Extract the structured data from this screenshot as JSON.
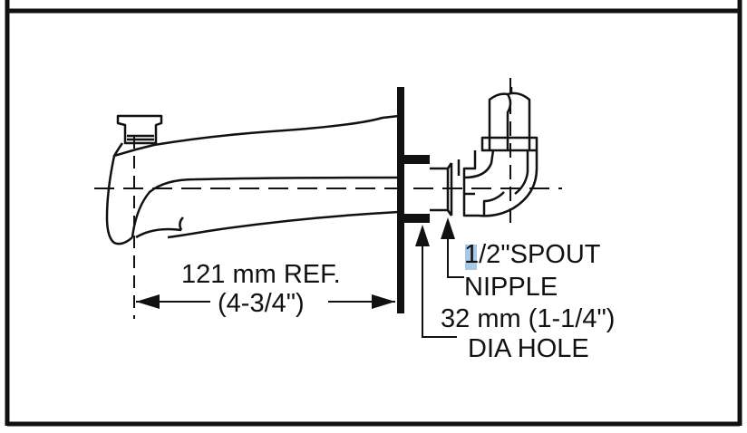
{
  "dimension": {
    "metric": "121 mm REF.",
    "imperial": "(4-3/4\")"
  },
  "spout_nipple": {
    "size": "1/2\"SPOUT",
    "name": "NIPPLE"
  },
  "hole": {
    "size": "32 mm (1-1/4\")",
    "name": "DIA HOLE"
  },
  "colors": {
    "line": "#111111",
    "selection_highlight": "#a9c8e6"
  }
}
